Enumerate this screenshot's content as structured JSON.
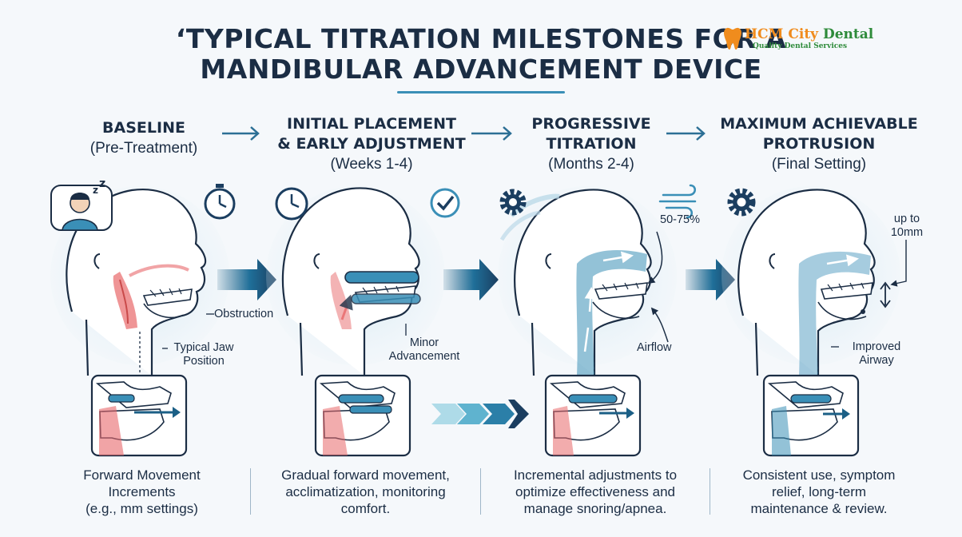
{
  "title": {
    "line1": "‘TYPICAL TITRATION MILESTONES FOR A",
    "line2": "MANDIBULAR ADVANCEMENT DEVICE"
  },
  "brand": {
    "name_orange": "HCM City",
    "name_green": "Dental",
    "tagline": "Quality Dental Services"
  },
  "stages": [
    {
      "title": [
        "BASELINE"
      ],
      "subtitle": "(Pre-Treatment)",
      "labels": {
        "obstruction": "Obstruction",
        "jaw_l1": "Typical Jaw",
        "jaw_l2": "Position"
      },
      "description": [
        "Forward Movement",
        "Increments",
        "(e.g., mm settings)"
      ]
    },
    {
      "title": [
        "INITIAL PLACEMENT",
        "& EARLY ADJUSTMENT"
      ],
      "subtitle": "(Weeks 1-4)",
      "labels": {
        "adv_l1": "Minor",
        "adv_l2": "Advancement"
      },
      "description": [
        "Gradual forward movement,",
        "acclimatization, monitoring",
        "comfort."
      ]
    },
    {
      "title": [
        "PROGRESSIVE",
        "TITRATION"
      ],
      "subtitle": "(Months 2-4)",
      "labels": {
        "percent": "50-75%",
        "airflow": "Airflow"
      },
      "description": [
        "Incremental adjustments to",
        "optimize effectiveness and",
        "manage snoring/apnea."
      ]
    },
    {
      "title": [
        "MAXIMUM ACHIEVABLE",
        "PROTRUSION"
      ],
      "subtitle": "(Final Setting)",
      "labels": {
        "up_l1": "up to",
        "up_l2": "10mm",
        "imp_l1": "Improved",
        "imp_l2": "Airway"
      },
      "description": [
        "Consistent use, symptom",
        "relief, long-term",
        "maintenance & review."
      ]
    }
  ],
  "icons": [
    "sleeping-person-icon",
    "stopwatch-icon",
    "clock-icon",
    "checkmark-icon",
    "gear-icon",
    "wind-icon",
    "gear-icon"
  ],
  "colors": {
    "navy": "#1b2d44",
    "teal": "#3a8fb7",
    "light_blue": "#d7ecf5",
    "red_airway": "#e8686a",
    "orange": "#f08c1d",
    "green": "#2e8b3a"
  }
}
